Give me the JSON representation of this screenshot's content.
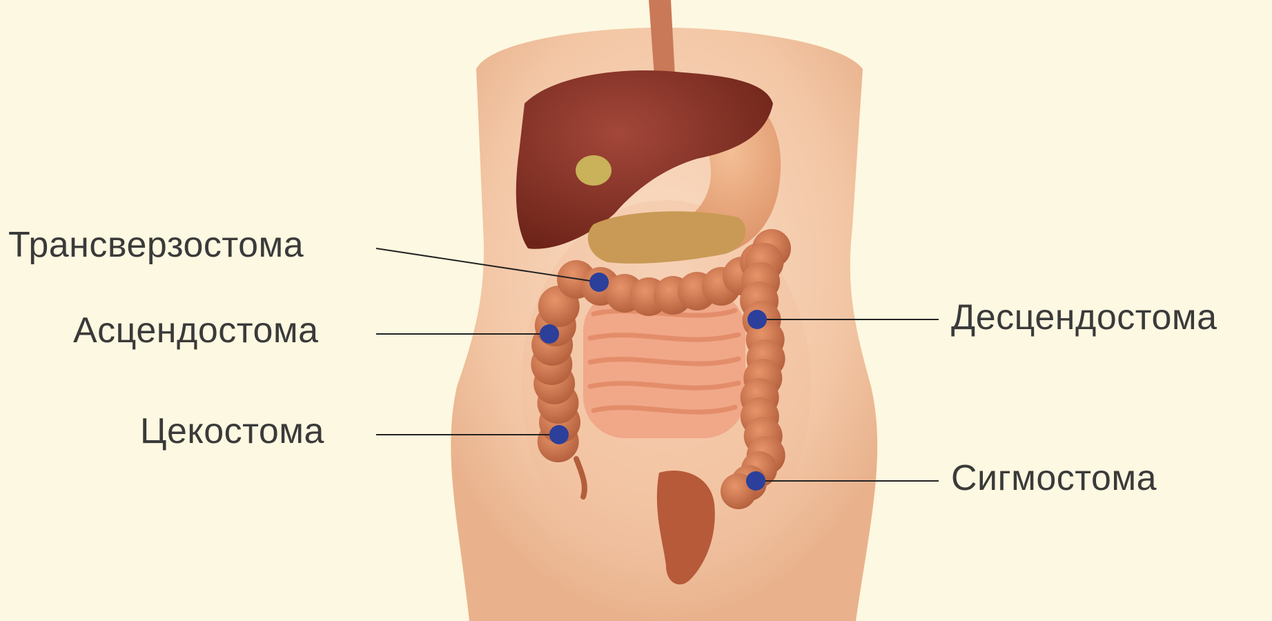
{
  "diagram": {
    "labels": {
      "transverse": "Трансверзостома",
      "ascending": "Асцендостома",
      "cecum": "Цекостома",
      "descending": "Десцендостома",
      "sigmoid": "Сигмостома"
    },
    "colors": {
      "background": "#fdf8e1",
      "skin": "#f5d3b6",
      "skin_shadow": "#eab894",
      "liver": "#8e3528",
      "stomach": "#e8a47a",
      "gallbladder": "#c9b25a",
      "pancreas": "#c99a55",
      "colon": "#c9714a",
      "small_intestine": "#f0a888",
      "rectum": "#b65a3a",
      "stoma_marker": "#2b3f9b",
      "leader_line": "#222222"
    },
    "icons": [
      "stoma-marker-icon"
    ]
  }
}
